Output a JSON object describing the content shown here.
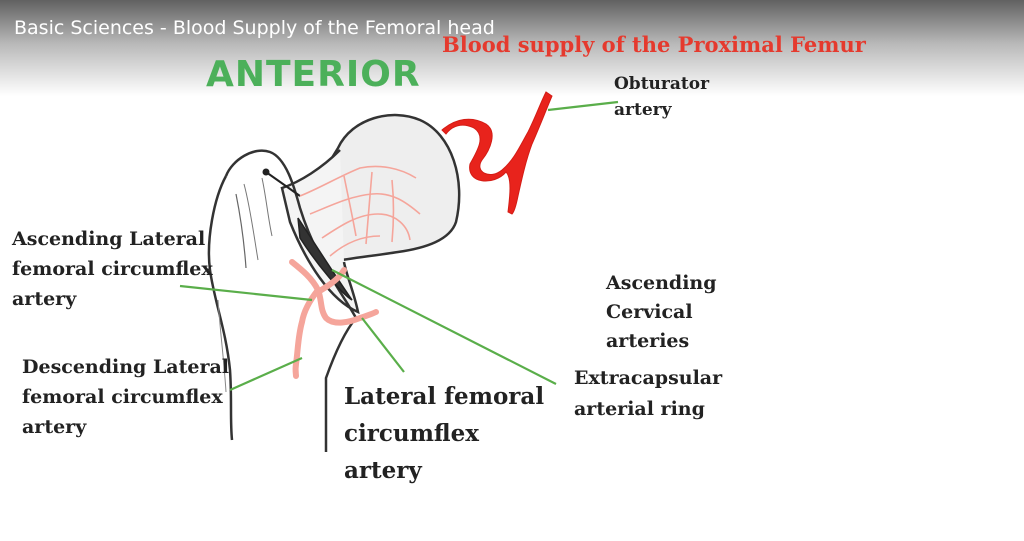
{
  "video": {
    "title": "Basic Sciences - Blood Supply of the Femoral head"
  },
  "diagram": {
    "title": "Blood supply of the Proximal Femur",
    "view": "ANTERIOR",
    "labels": {
      "obturator": [
        "Obturator",
        "artery"
      ],
      "ascending_lateral": [
        "Ascending Lateral",
        "femoral circumflex",
        "artery"
      ],
      "ascending_cervical": [
        "Ascending",
        "Cervical",
        "arteries"
      ],
      "extracapsular": [
        "Extracapsular",
        "arterial ring"
      ],
      "descending_lateral": [
        "Descending Lateral",
        "femoral circumflex",
        "artery"
      ],
      "lateral_femoral": [
        "Lateral femoral",
        "circumflex",
        "artery"
      ]
    },
    "colors": {
      "artery": "#e8231c",
      "vessel_light": "#f5a59b",
      "leader_line": "#5aae4a",
      "title": "#e53a2e",
      "view_label": "#4cb05a"
    }
  }
}
